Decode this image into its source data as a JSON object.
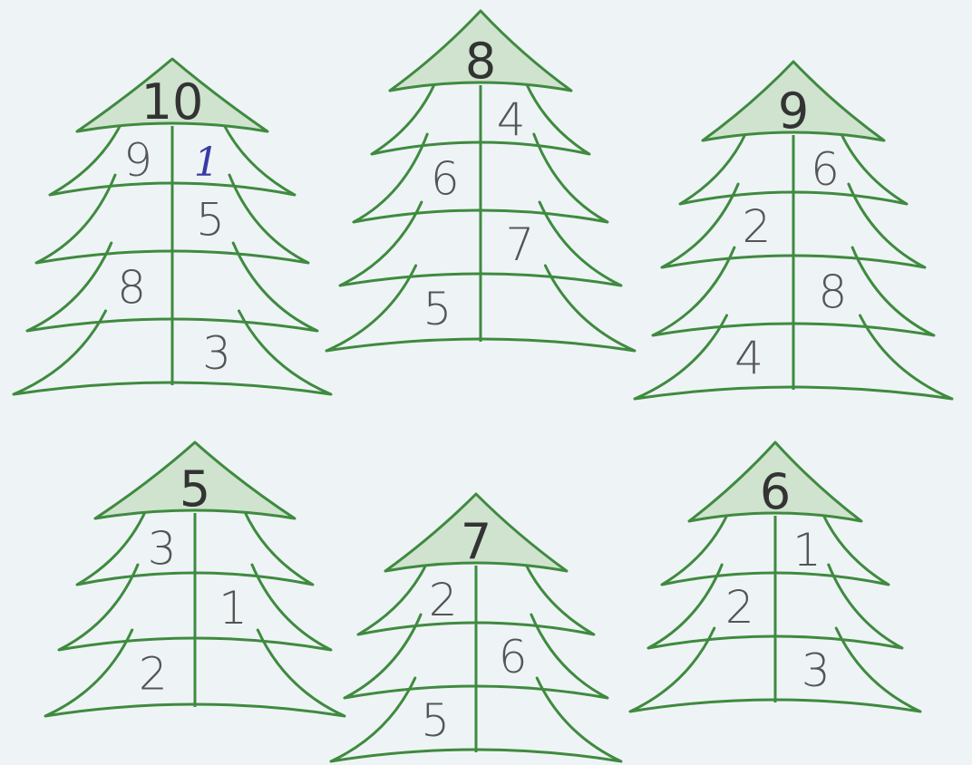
{
  "trees": [
    {
      "top": "10",
      "left": [
        "9",
        "",
        "8",
        ""
      ],
      "right": [
        "1",
        "5",
        "",
        "3"
      ],
      "handwritten": [
        "1"
      ]
    },
    {
      "top": "8",
      "left": [
        "",
        "6",
        "",
        "5"
      ],
      "right": [
        "4",
        "",
        "7",
        ""
      ]
    },
    {
      "top": "9",
      "left": [
        "",
        "2",
        "",
        "4"
      ],
      "right": [
        "6",
        "",
        "8",
        ""
      ]
    },
    {
      "top": "5",
      "left": [
        "3",
        "",
        "2"
      ],
      "right": [
        "",
        "1",
        ""
      ]
    },
    {
      "top": "7",
      "left": [
        "2",
        "",
        "5"
      ],
      "right": [
        "",
        "6",
        ""
      ]
    },
    {
      "top": "6",
      "left": [
        "",
        "2",
        ""
      ],
      "right": [
        "1",
        "",
        "3"
      ]
    }
  ],
  "colors": {
    "outline": "#3f8a3f",
    "top_fill": "#cfe3cf",
    "background": "#eef4f6"
  }
}
